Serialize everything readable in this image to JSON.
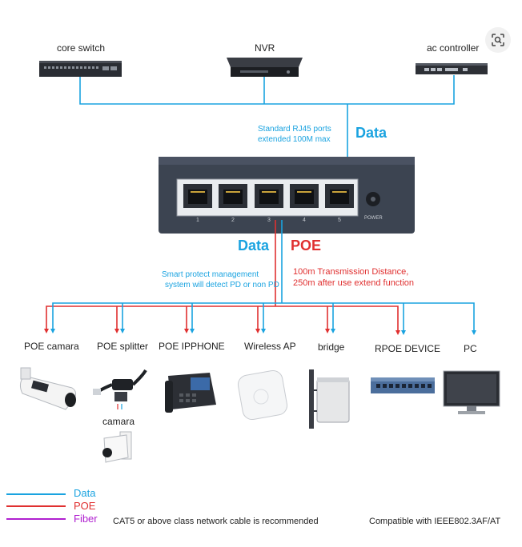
{
  "top_devices": [
    {
      "label": "core switch",
      "icon": "rack-switch-icon"
    },
    {
      "label": "NVR",
      "icon": "nvr-icon"
    },
    {
      "label": "ac controller",
      "icon": "ac-controller-icon"
    }
  ],
  "uplink_note": [
    "Standard RJ45 ports",
    "extended 100M max"
  ],
  "data_label_top": "Data",
  "switch": {
    "port_numbers": [
      "1",
      "2",
      "3",
      "4",
      "5"
    ],
    "power_label": "POWER"
  },
  "data_label_mid": "Data",
  "poe_label": "POE",
  "protect_note": [
    "Smart protect management",
    "system will detect PD or non PD"
  ],
  "distance_note": [
    "100m Transmission Distance,",
    "250m after use extend function"
  ],
  "end_devices": [
    {
      "label": "POE camara",
      "icon": "bullet-camera-icon"
    },
    {
      "label": "POE splitter",
      "icon": "poe-splitter-icon"
    },
    {
      "label": "POE IPPHONE",
      "icon": "ip-phone-icon"
    },
    {
      "label": "Wireless AP",
      "icon": "wireless-ap-icon"
    },
    {
      "label": "bridge",
      "icon": "wireless-bridge-icon"
    },
    {
      "label": "RPOE DEVICE",
      "icon": "rpoe-switch-icon"
    },
    {
      "label": "PC",
      "icon": "monitor-icon"
    }
  ],
  "splitter_sub_device": {
    "label": "camara",
    "icon": "dome-camera-icon"
  },
  "legend": [
    {
      "label": "Data",
      "color": "#1aa3e0"
    },
    {
      "label": "POE",
      "color": "#e03030"
    },
    {
      "label": "Fiber",
      "color": "#b020d0"
    }
  ],
  "footer": {
    "cable_note": "CAT5 or above class network cable is recommended",
    "compat_note": "Compatible with IEEE802.3AF/AT"
  },
  "colors": {
    "data": "#1aa3e0",
    "poe": "#e03030",
    "fiber": "#b020d0",
    "switch_body": "#3c4451"
  }
}
